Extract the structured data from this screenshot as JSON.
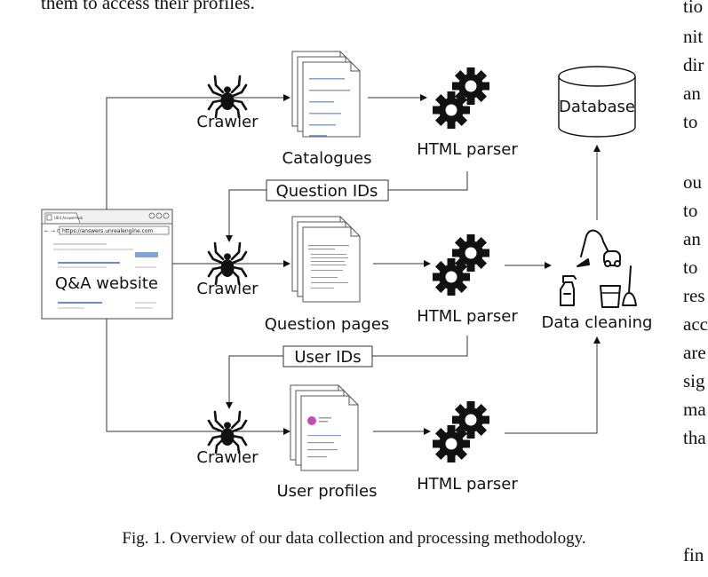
{
  "page": {
    "top_text": "them to access their profiles.",
    "right_fragments": [
      "tio",
      "nit",
      "dir",
      "an",
      "to",
      "ou",
      "to",
      "an",
      "to",
      "res",
      "acc",
      "are",
      "sig",
      "ma",
      "tha",
      "fin"
    ],
    "caption": "Fig. 1.  Overview of our data collection and processing methodology."
  },
  "diagram": {
    "website": {
      "label": "Q&A website",
      "tab_title": "UE4 AnswerHub",
      "url": "https://answers.unrealengine.com"
    },
    "crawlers": [
      "Crawler",
      "Crawler",
      "Crawler"
    ],
    "documents": [
      "Catalogues",
      "Question pages",
      "User profiles"
    ],
    "parsers": [
      "HTML parser",
      "HTML parser",
      "HTML parser"
    ],
    "id_boxes": [
      "Question IDs",
      "User IDs"
    ],
    "cleaning": "Data cleaning",
    "database": "Database"
  },
  "icons": {
    "crawler": "spider-icon",
    "parser": "gears-icon",
    "document": "document-stack-icon",
    "cleaning": "cleaning-supplies-icon",
    "database": "database-cylinder-icon",
    "browser": "browser-window-icon"
  }
}
